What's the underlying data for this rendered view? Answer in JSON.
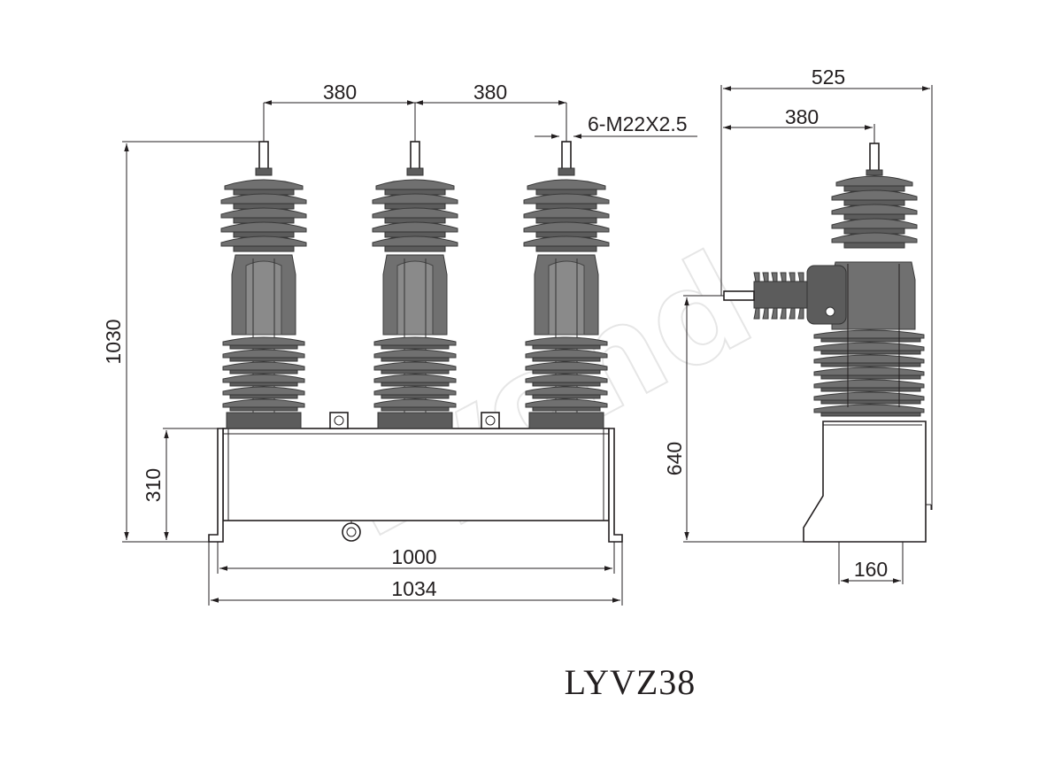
{
  "model": "LYVZ38",
  "watermark": "Lyond",
  "front_view": {
    "pole_spacing_1": "380",
    "pole_spacing_2": "380",
    "terminal_thread": "6-M22X2.5",
    "total_height": "1030",
    "base_height": "310",
    "base_inner_width": "1000",
    "base_outer_width": "1034"
  },
  "side_view": {
    "overall_depth": "525",
    "terminal_offset": "380",
    "terminal_height": "640",
    "base_depth": "160"
  },
  "colors": {
    "line": "#231f20",
    "insulator": "#707070"
  }
}
